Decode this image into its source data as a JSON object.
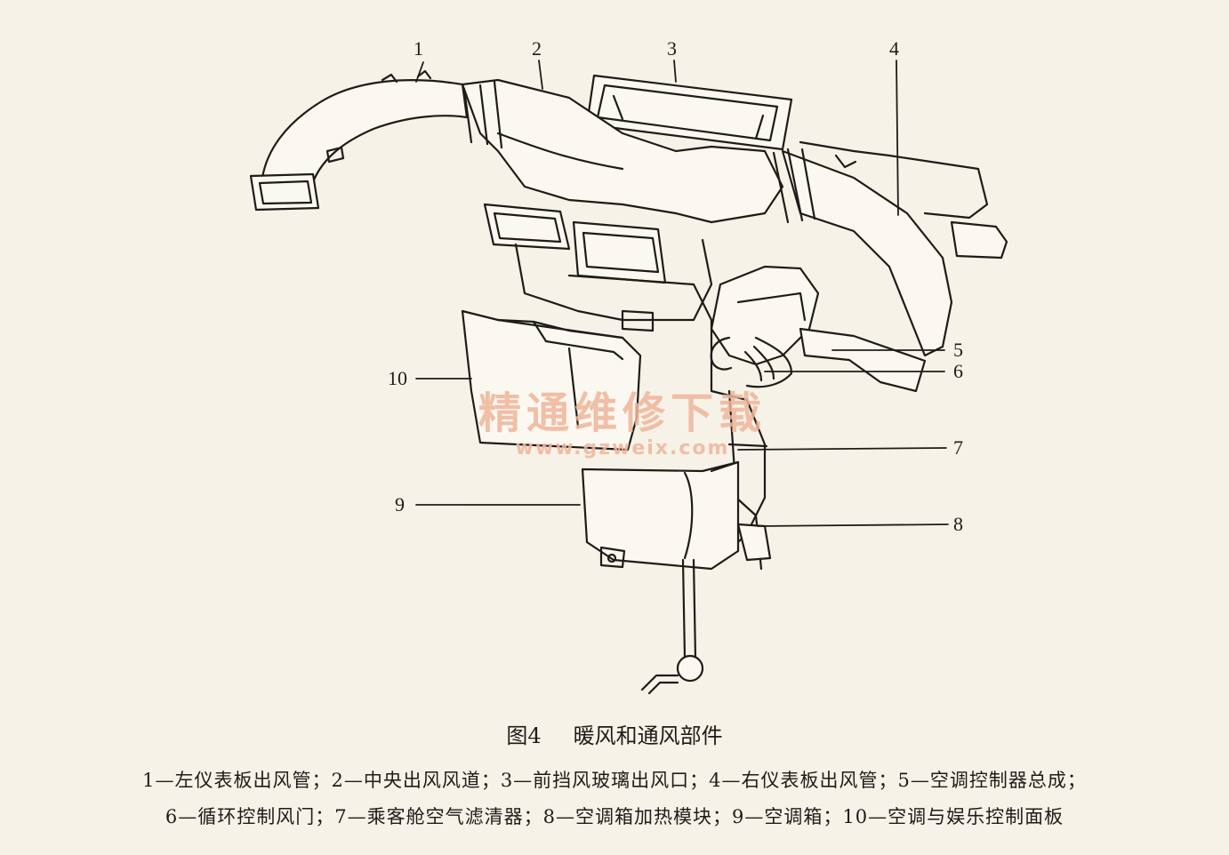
{
  "figure": {
    "callouts": [
      "1",
      "2",
      "3",
      "4",
      "5",
      "6",
      "7",
      "8",
      "9",
      "10"
    ]
  },
  "watermark": {
    "title": "精通维修下载",
    "url": "www.gzweix.com"
  },
  "caption": {
    "number": "图4",
    "title": "暖风和通风部件"
  },
  "legend": {
    "line1": "1—左仪表板出风管；2—中央出风风道；3—前挡风玻璃出风口；4—右仪表板出风管；5—空调控制器总成；",
    "line2": "6—循环控制风门；7—乘客舱空气滤清器；8—空调箱加热模块；9—空调箱；10—空调与娱乐控制面板"
  }
}
